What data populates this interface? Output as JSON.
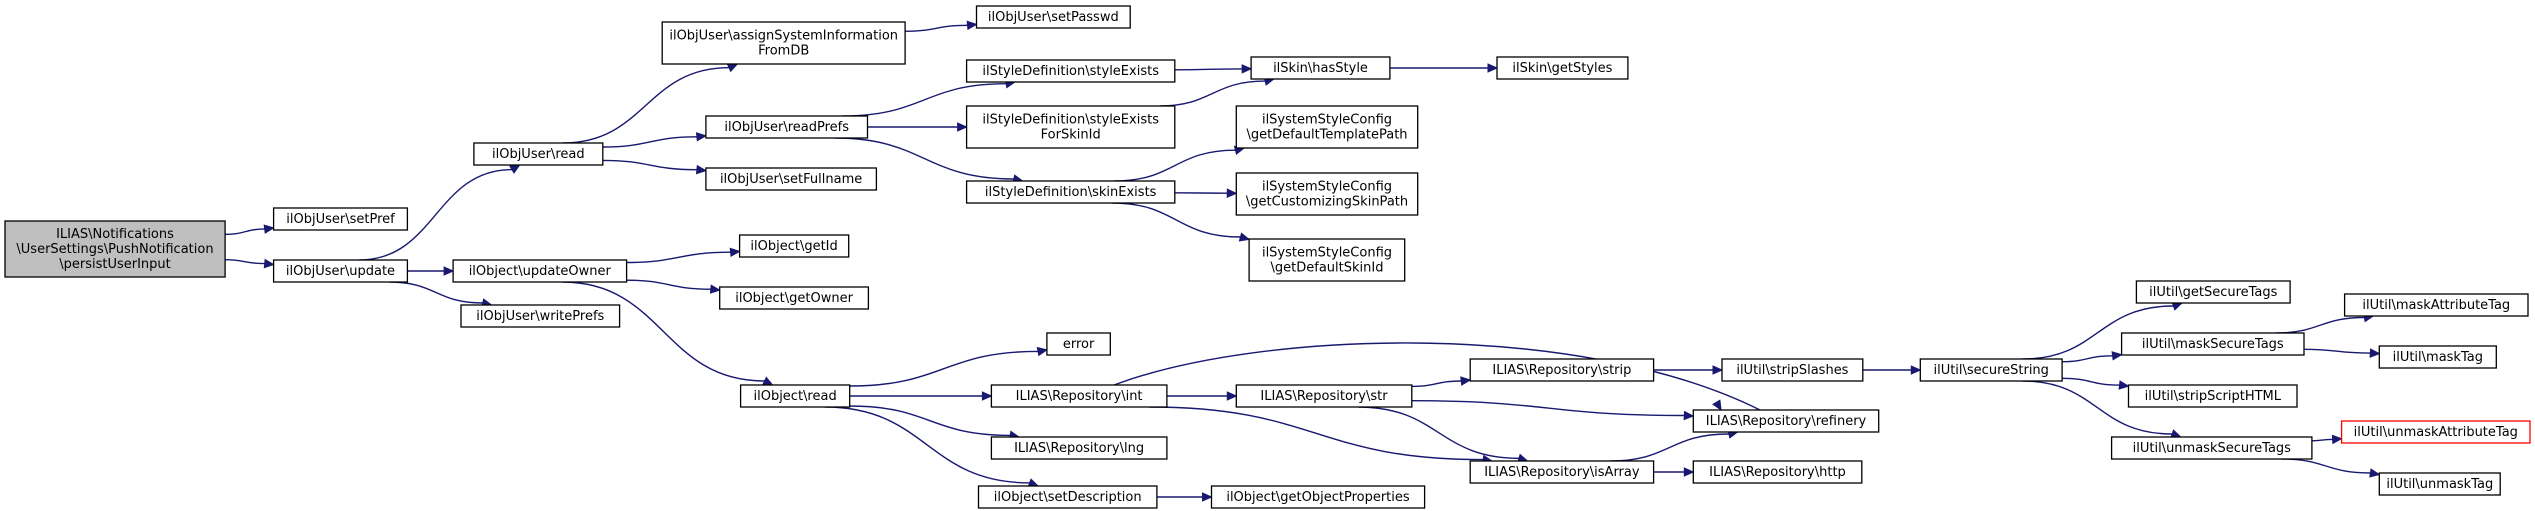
{
  "colors": {
    "edge": "#191970",
    "root_fill": "#bfbfbf",
    "node_fill": "#ffffff",
    "error_border": "#ff0000"
  },
  "nodes": [
    {
      "id": "root",
      "lines": [
        "ILIAS\\Notifications",
        "\\UserSettings\\PushNotification",
        "\\persistUserInput"
      ]
    },
    {
      "id": "setPref",
      "lines": [
        "ilObjUser\\setPref"
      ]
    },
    {
      "id": "update",
      "lines": [
        "ilObjUser\\update"
      ]
    },
    {
      "id": "read",
      "lines": [
        "ilObjUser\\read"
      ]
    },
    {
      "id": "updateOwner",
      "lines": [
        "ilObject\\updateOwner"
      ]
    },
    {
      "id": "writePrefs",
      "lines": [
        "ilObjUser\\writePrefs"
      ]
    },
    {
      "id": "assignSys",
      "lines": [
        "ilObjUser\\assignSystemInformation",
        "FromDB"
      ]
    },
    {
      "id": "readPrefs",
      "lines": [
        "ilObjUser\\readPrefs"
      ]
    },
    {
      "id": "setFullname",
      "lines": [
        "ilObjUser\\setFullname"
      ]
    },
    {
      "id": "setPasswd",
      "lines": [
        "ilObjUser\\setPasswd"
      ]
    },
    {
      "id": "styleExists",
      "lines": [
        "ilStyleDefinition\\styleExists"
      ]
    },
    {
      "id": "styleExistsForSkin",
      "lines": [
        "ilStyleDefinition\\styleExists",
        "ForSkinId"
      ]
    },
    {
      "id": "skinExists",
      "lines": [
        "ilStyleDefinition\\skinExists"
      ]
    },
    {
      "id": "hasStyle",
      "lines": [
        "ilSkin\\hasStyle"
      ]
    },
    {
      "id": "getStyles",
      "lines": [
        "ilSkin\\getStyles"
      ]
    },
    {
      "id": "getDefaultTemplatePath",
      "lines": [
        "ilSystemStyleConfig",
        "\\getDefaultTemplatePath"
      ]
    },
    {
      "id": "getCustomizingSkinPath",
      "lines": [
        "ilSystemStyleConfig",
        "\\getCustomizingSkinPath"
      ]
    },
    {
      "id": "getDefaultSkinId",
      "lines": [
        "ilSystemStyleConfig",
        "\\getDefaultSkinId"
      ]
    },
    {
      "id": "getId",
      "lines": [
        "ilObject\\getId"
      ]
    },
    {
      "id": "getOwner",
      "lines": [
        "ilObject\\getOwner"
      ]
    },
    {
      "id": "objRead",
      "lines": [
        "ilObject\\read"
      ]
    },
    {
      "id": "error",
      "lines": [
        "error"
      ]
    },
    {
      "id": "repoInt",
      "lines": [
        "ILIAS\\Repository\\int"
      ]
    },
    {
      "id": "repoLng",
      "lines": [
        "ILIAS\\Repository\\lng"
      ]
    },
    {
      "id": "setDescription",
      "lines": [
        "ilObject\\setDescription"
      ]
    },
    {
      "id": "getObjectProperties",
      "lines": [
        "ilObject\\getObjectProperties"
      ]
    },
    {
      "id": "repoStr",
      "lines": [
        "ILIAS\\Repository\\str"
      ]
    },
    {
      "id": "repoStrip",
      "lines": [
        "ILIAS\\Repository\\strip"
      ]
    },
    {
      "id": "repoIsArray",
      "lines": [
        "ILIAS\\Repository\\isArray"
      ]
    },
    {
      "id": "repoRefinery",
      "lines": [
        "ILIAS\\Repository\\refinery"
      ]
    },
    {
      "id": "repoHttp",
      "lines": [
        "ILIAS\\Repository\\http"
      ]
    },
    {
      "id": "stripSlashes",
      "lines": [
        "ilUtil\\stripSlashes"
      ]
    },
    {
      "id": "secureString",
      "lines": [
        "ilUtil\\secureString"
      ]
    },
    {
      "id": "getSecureTags",
      "lines": [
        "ilUtil\\getSecureTags"
      ]
    },
    {
      "id": "maskSecureTags",
      "lines": [
        "ilUtil\\maskSecureTags"
      ]
    },
    {
      "id": "stripScriptHTML",
      "lines": [
        "ilUtil\\stripScriptHTML"
      ]
    },
    {
      "id": "unmaskSecureTags",
      "lines": [
        "ilUtil\\unmaskSecureTags"
      ]
    },
    {
      "id": "maskAttributeTag",
      "lines": [
        "ilUtil\\maskAttributeTag"
      ]
    },
    {
      "id": "maskTag",
      "lines": [
        "ilUtil\\maskTag"
      ]
    },
    {
      "id": "unmaskAttributeTag",
      "lines": [
        "ilUtil\\unmaskAttributeTag"
      ]
    },
    {
      "id": "unmaskTag",
      "lines": [
        "ilUtil\\unmaskTag"
      ]
    }
  ],
  "edges": [
    [
      "root",
      "setPref"
    ],
    [
      "root",
      "update"
    ],
    [
      "update",
      "read"
    ],
    [
      "update",
      "updateOwner"
    ],
    [
      "update",
      "writePrefs"
    ],
    [
      "read",
      "assignSys"
    ],
    [
      "read",
      "readPrefs"
    ],
    [
      "read",
      "setFullname"
    ],
    [
      "assignSys",
      "setPasswd"
    ],
    [
      "readPrefs",
      "styleExists"
    ],
    [
      "readPrefs",
      "styleExistsForSkin"
    ],
    [
      "readPrefs",
      "skinExists"
    ],
    [
      "styleExists",
      "hasStyle"
    ],
    [
      "styleExistsForSkin",
      "hasStyle"
    ],
    [
      "hasStyle",
      "getStyles"
    ],
    [
      "skinExists",
      "getDefaultTemplatePath"
    ],
    [
      "skinExists",
      "getCustomizingSkinPath"
    ],
    [
      "skinExists",
      "getDefaultSkinId"
    ],
    [
      "updateOwner",
      "getId"
    ],
    [
      "updateOwner",
      "getOwner"
    ],
    [
      "updateOwner",
      "objRead"
    ],
    [
      "objRead",
      "error"
    ],
    [
      "objRead",
      "repoInt"
    ],
    [
      "objRead",
      "repoLng"
    ],
    [
      "objRead",
      "setDescription"
    ],
    [
      "setDescription",
      "getObjectProperties"
    ],
    [
      "repoInt",
      "repoStr"
    ],
    [
      "repoInt",
      "repoIsArray"
    ],
    [
      "repoInt",
      "repoRefinery"
    ],
    [
      "repoStr",
      "repoStrip"
    ],
    [
      "repoStr",
      "repoIsArray"
    ],
    [
      "repoStr",
      "repoRefinery"
    ],
    [
      "repoStrip",
      "stripSlashes"
    ],
    [
      "repoIsArray",
      "repoRefinery"
    ],
    [
      "repoIsArray",
      "repoHttp"
    ],
    [
      "stripSlashes",
      "secureString"
    ],
    [
      "secureString",
      "getSecureTags"
    ],
    [
      "secureString",
      "maskSecureTags"
    ],
    [
      "secureString",
      "stripScriptHTML"
    ],
    [
      "secureString",
      "unmaskSecureTags"
    ],
    [
      "maskSecureTags",
      "maskAttributeTag"
    ],
    [
      "maskSecureTags",
      "maskTag"
    ],
    [
      "unmaskSecureTags",
      "unmaskAttributeTag"
    ],
    [
      "unmaskSecureTags",
      "unmaskTag"
    ]
  ]
}
